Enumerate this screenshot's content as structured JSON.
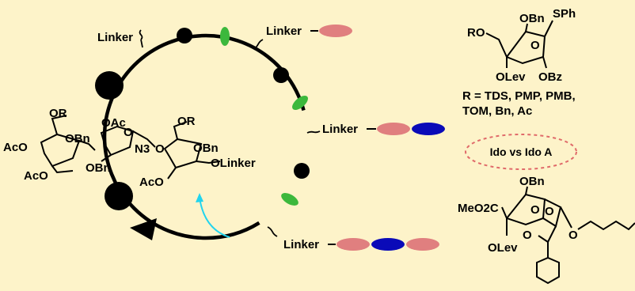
{
  "cycle": {
    "linker": "Linker",
    "cycle_arrow_color": "#000000",
    "reprocess_arrow_color": "#21d4ee",
    "colors": {
      "monomer_pink": "#e07f7f",
      "monomer_blue": "#0a0ab8",
      "green_bead": "#3cb83c",
      "black_bead": "#000000"
    }
  },
  "trisaccharide": {
    "labels": [
      "OR",
      "AcO",
      "OBn",
      "AcO",
      "OBn",
      "OAc",
      "O",
      "N3",
      "O",
      "OR",
      "OBn",
      "OLinker",
      "AcO"
    ]
  },
  "thioglycoside": {
    "labels": [
      "RO",
      "OBn",
      "SPh",
      "O",
      "OLev",
      "OBz"
    ],
    "r_groups_line1": "R = TDS, PMP, PMB,",
    "r_groups_line2": "TOM, Bn, Ac"
  },
  "ido_box": {
    "text": "Ido vs Ido A",
    "border_color": "#e06a6a"
  },
  "orthoester": {
    "labels": [
      "OBn",
      "MeO2C",
      "O",
      "O",
      "O",
      "O",
      "OLev"
    ]
  }
}
